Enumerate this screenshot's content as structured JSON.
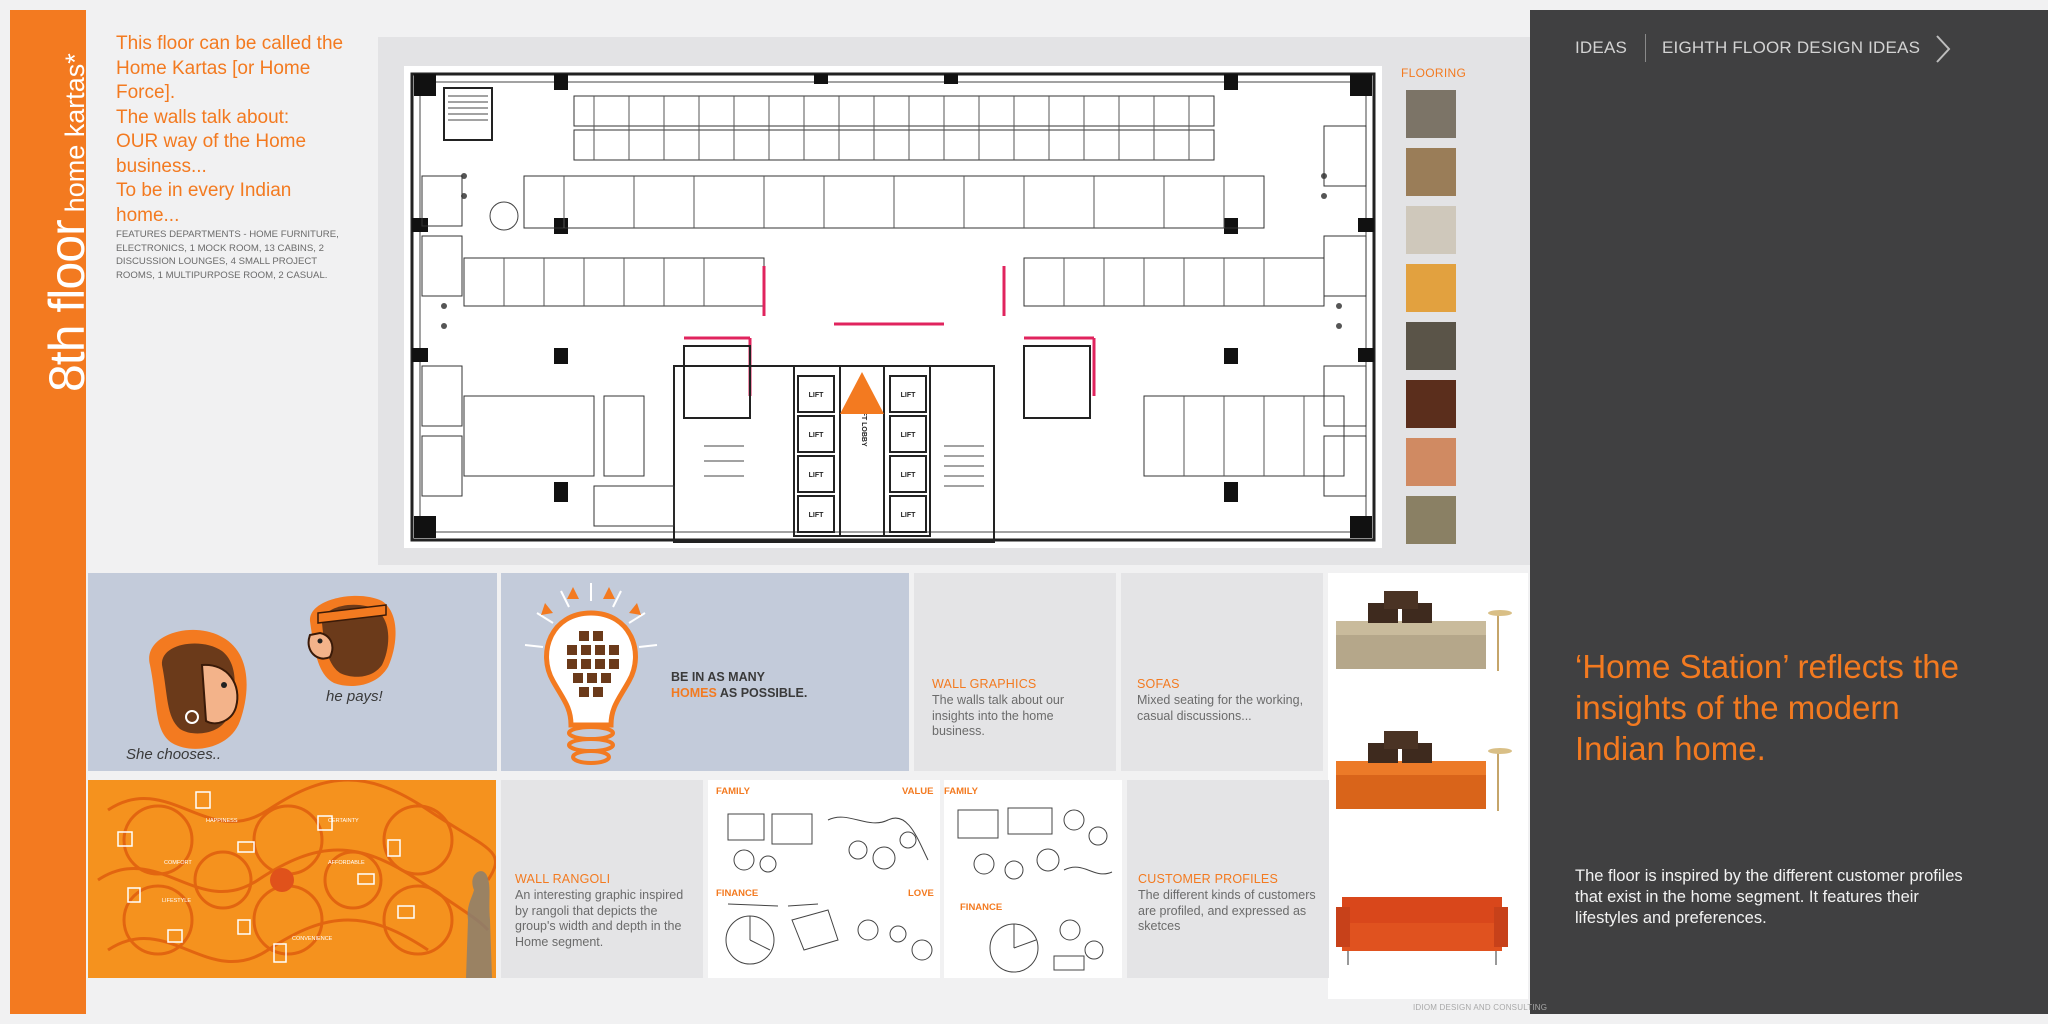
{
  "colors": {
    "accent": "#f37a20",
    "dark_panel": "#404041",
    "tile_blue": "#c3cbda",
    "tile_grey": "#e4e4e6"
  },
  "band": {
    "title": "8th floor",
    "subtitle": "home kartas*"
  },
  "intro": {
    "lines": [
      "This floor can be called the",
      "Home Kartas [or Home",
      "Force].",
      "The walls talk about:",
      "OUR way of the Home",
      "business...",
      "To be in every Indian home..."
    ],
    "features": "FEATURES DEPARTMENTS - HOME FURNITURE, ELECTRONICS, 1 MOCK ROOM, 13 CABINS, 2 DISCUSSION LOUNGES, 4 SMALL PROJECT ROOMS, 1 MULTIPURPOSE ROOM, 2 CASUAL."
  },
  "floor_plan": {
    "lift_label": "LIFT",
    "lift_lobby_label": "LIFT LOBBY",
    "flooring_label": "FLOORING",
    "flooring_swatches": [
      "#7c7467",
      "#9a7d58",
      "#cfc8bb",
      "#e2a13f",
      "#5a5448",
      "#5b2e1c",
      "#d08a62",
      "#8a8064"
    ]
  },
  "nav": {
    "ideas": "IDEAS",
    "section": "EIGHTH FLOOR DESIGN IDEAS",
    "next_icon": "chevron-right-icon"
  },
  "panel": {
    "headline": "‘Home Station’ reflects the insights of the modern Indian home.",
    "body": "The floor is inspired by the different customer profiles that exist in the home segment. It features their lifestyles and preferences."
  },
  "tiles": {
    "couple": {
      "she": "She chooses..",
      "he": "he pays!"
    },
    "bulb": {
      "line1": "BE IN AS MANY",
      "line2_accent": "HOMES",
      "line2_rest": " AS POSSIBLE."
    },
    "wall_graphics": {
      "title": "WALL GRAPHICS",
      "text": "The walls talk about our insights into the home business."
    },
    "sofas": {
      "title": "SOFAS",
      "text": "Mixed seating for the working, casual discussions..."
    },
    "rangoli": {
      "words": [
        "HAPPINESS",
        "CERTAINTY",
        "COMFORT",
        "AFFORDABLE",
        "LIFESTYLE",
        "CONVENIENCE"
      ]
    },
    "wall_rangoli": {
      "title": "WALL RANGOLI",
      "text": "An interesting graphic inspired by rangoli that depicts the group's width and depth in the Home segment."
    },
    "sketch1": {
      "family": "FAMILY",
      "value": "VALUE",
      "finance": "FINANCE",
      "love": "LOVE"
    },
    "sketch2": {
      "family": "FAMILY",
      "finance": "FINANCE"
    },
    "customer_profiles": {
      "title": "CUSTOMER PROFILES",
      "text": "The different kinds of customers are profiled, and expressed as sketces"
    }
  },
  "footer": "IDIOM DESIGN AND CONSULTING"
}
